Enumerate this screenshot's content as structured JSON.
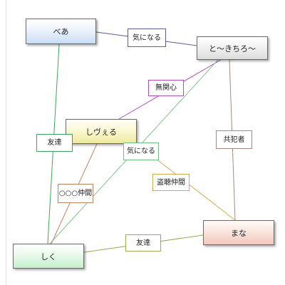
{
  "nodes": {
    "bea": "べあ",
    "tokichiro": "と～きちろ～",
    "shiveru": "しヴぇる",
    "mana": "まな",
    "shiku": "しく"
  },
  "edges": {
    "bea_tokichiro": "気になる",
    "tokichiro_shiveru": "無関心",
    "tokichiro_mana": "共犯者",
    "bea_shiku": "友達",
    "tokichiro_shiku": "気になる",
    "shiveru_mana": "盗聴仲間",
    "shiveru_shiku": "○○○仲間",
    "shiku_mana": "友達"
  },
  "colors": {
    "bea_tokichiro": "#5a5aa0",
    "tokichiro_shiveru": "#b04cc0",
    "tokichiro_mana": "#a58a7c",
    "bea_shiku": "#3aa85a",
    "tokichiro_shiku": "#7fc48f",
    "shiveru_mana": "#d5a84c",
    "shiveru_shiku": "#c28660",
    "shiku_mana": "#9aab4a"
  }
}
